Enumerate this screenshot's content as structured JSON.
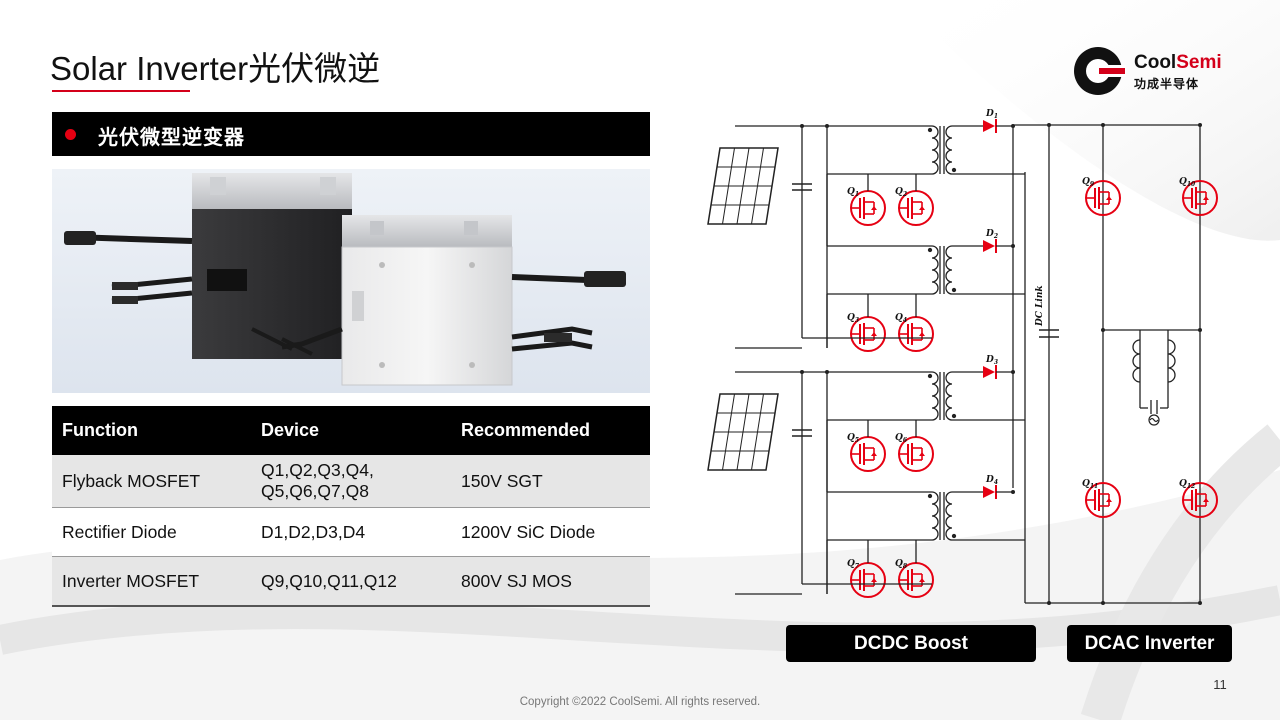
{
  "slide": {
    "title": "Solar Inverter光伏微逆",
    "page_number": "11",
    "copyright": "Copyright ©2022 CoolSemi. All rights reserved."
  },
  "logo": {
    "name_cool": "Cool",
    "name_semi": "Semi",
    "subtitle": "功成半导体"
  },
  "section": {
    "title": "光伏微型逆变器"
  },
  "table": {
    "headers": [
      "Function",
      "Device",
      "Recommended"
    ],
    "rows": [
      {
        "function": "Flyback MOSFET",
        "device": "Q1,Q2,Q3,Q4,\nQ5,Q6,Q7,Q8",
        "recommended": "150V SGT"
      },
      {
        "function": "Rectifier Diode",
        "device": "D1,D2,D3,D4",
        "recommended": "1200V SiC Diode"
      },
      {
        "function": "Inverter MOSFET",
        "device": "Q9,Q10,Q11,Q12",
        "recommended": "800V SJ MOS"
      }
    ]
  },
  "circuit": {
    "dc_link_label": "DC Link",
    "diodes": [
      "D1",
      "D2",
      "D3",
      "D4"
    ],
    "flyback_mosfets": [
      "Q1",
      "Q2",
      "Q3",
      "Q4",
      "Q5",
      "Q6",
      "Q7",
      "Q8"
    ],
    "inverter_mosfets": [
      "Q9",
      "Q10",
      "Q11",
      "Q12"
    ],
    "accent_color": "#e60012"
  },
  "labels": {
    "dcdc": "DCDC Boost",
    "dcac": "DCAC Inverter"
  }
}
